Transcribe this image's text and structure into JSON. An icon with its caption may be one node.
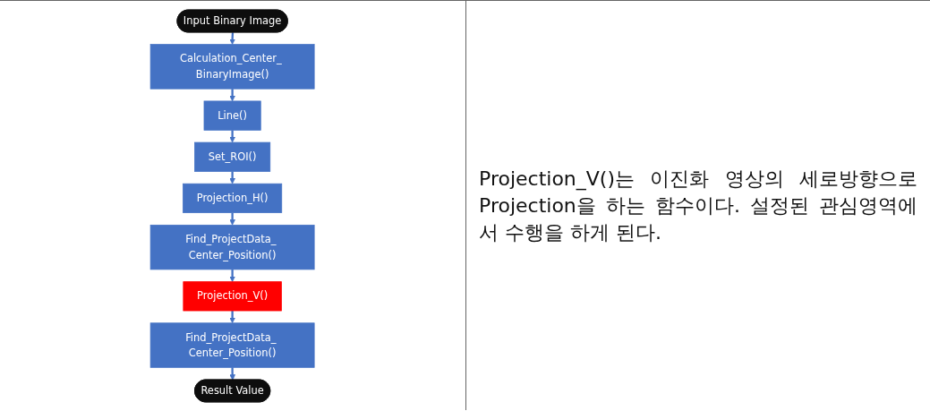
{
  "diagram": {
    "nodes": [
      {
        "text": [
          "Input Binary Image"
        ]
      },
      {
        "text": [
          "Calculation_Center_ BinaryImage()"
        ]
      },
      {
        "text": [
          "Line()"
        ]
      },
      {
        "text": [
          "Set_ROI()"
        ]
      },
      {
        "text": [
          "Projection_H()"
        ]
      },
      {
        "text": [
          "Find_ProjectData_ Center_Position()"
        ]
      },
      {
        "text": [
          "Projection_V()"
        ]
      },
      {
        "text": [
          "Find_ProjectData_ Center_Position()"
        ]
      },
      {
        "text": [
          "Result Value"
        ]
      }
    ],
    "edges": [
      {
        "from": 0,
        "to": 1,
        "arrow": "to"
      },
      {
        "from": 1,
        "to": 2,
        "arrow": "to"
      },
      {
        "from": 2,
        "to": 3,
        "arrow": "to"
      },
      {
        "from": 3,
        "to": 4,
        "arrow": "to"
      },
      {
        "from": 4,
        "to": 5,
        "arrow": "to"
      },
      {
        "from": 5,
        "to": 6,
        "arrow": "to"
      },
      {
        "from": 6,
        "to": 7,
        "arrow": "to"
      },
      {
        "from": 7,
        "to": 8,
        "arrow": "to"
      }
    ],
    "labels": [
      "Projection_V()는 이진화 영상의 세로방향으로 Projection을 하는 함수이다. 설정된 관심영역에서 수행을 하게 된다."
    ]
  }
}
